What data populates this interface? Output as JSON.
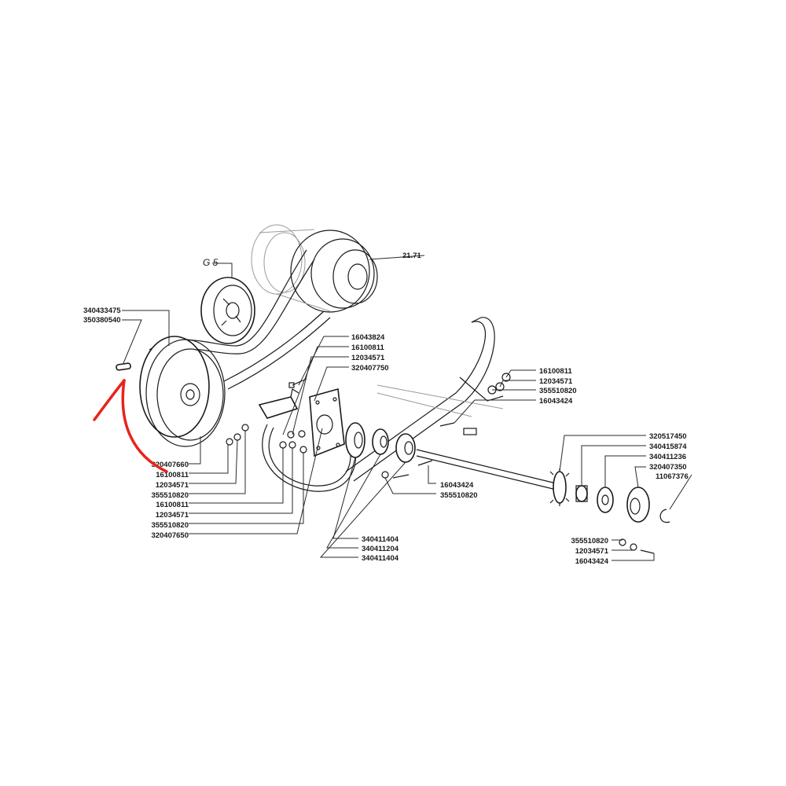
{
  "diagram": {
    "group_label": "G 5",
    "partial_label": "21.71",
    "labels_left": [
      "340433475",
      "350380540",
      "320407660",
      "16100811",
      "12034571",
      "355510820",
      "16100811",
      "12034571",
      "355510820",
      "320407650"
    ],
    "labels_bracket": [
      "16043824",
      "16100811",
      "12034571",
      "320407750"
    ],
    "labels_upper_right": [
      "16100811",
      "12034571",
      "355510820",
      "16043424"
    ],
    "labels_center": [
      "16043424",
      "355510820"
    ],
    "labels_bottom": [
      "340411404",
      "340411204",
      "340411404"
    ],
    "labels_right": [
      "320517450",
      "340415874",
      "340411236",
      "320407350",
      "11067376"
    ],
    "labels_right_lower": [
      "355510820",
      "12034571",
      "16043424"
    ]
  },
  "colors": {
    "annotation": "#e8231b",
    "ink": "#1a1a1a"
  }
}
